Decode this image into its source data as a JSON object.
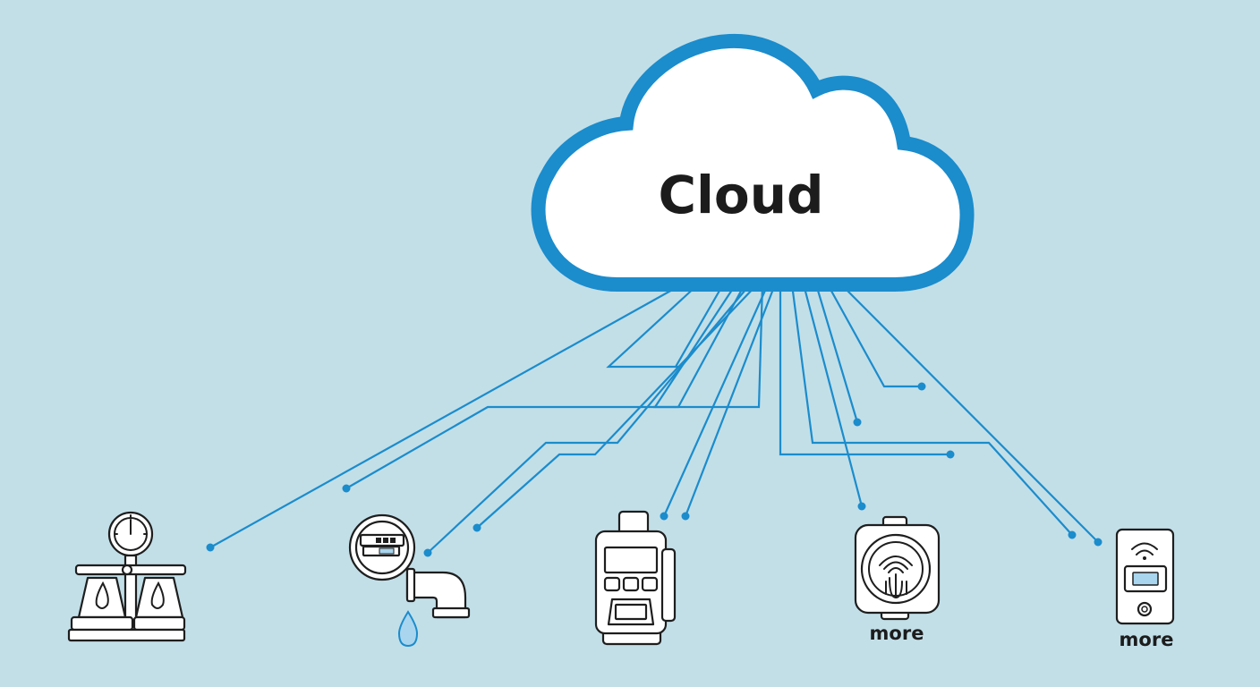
{
  "colors": {
    "background": "#c2dfe8",
    "cloud_fill": "#ffffff",
    "cloud_outline": "#1b8ccc",
    "wire": "#1b8ccc",
    "icon_stroke": "#1e1e1e",
    "screen_fill": "#a9d5ee"
  },
  "cloud": {
    "label": "Cloud"
  },
  "devices": [
    {
      "name": "scale-icon",
      "label": ""
    },
    {
      "name": "water-meter-icon",
      "label": ""
    },
    {
      "name": "handheld-terminal-icon",
      "label": ""
    },
    {
      "name": "smart-sensor-icon",
      "label": "more"
    },
    {
      "name": "wireless-controller-icon",
      "label": "more"
    }
  ],
  "connection_count": 13
}
